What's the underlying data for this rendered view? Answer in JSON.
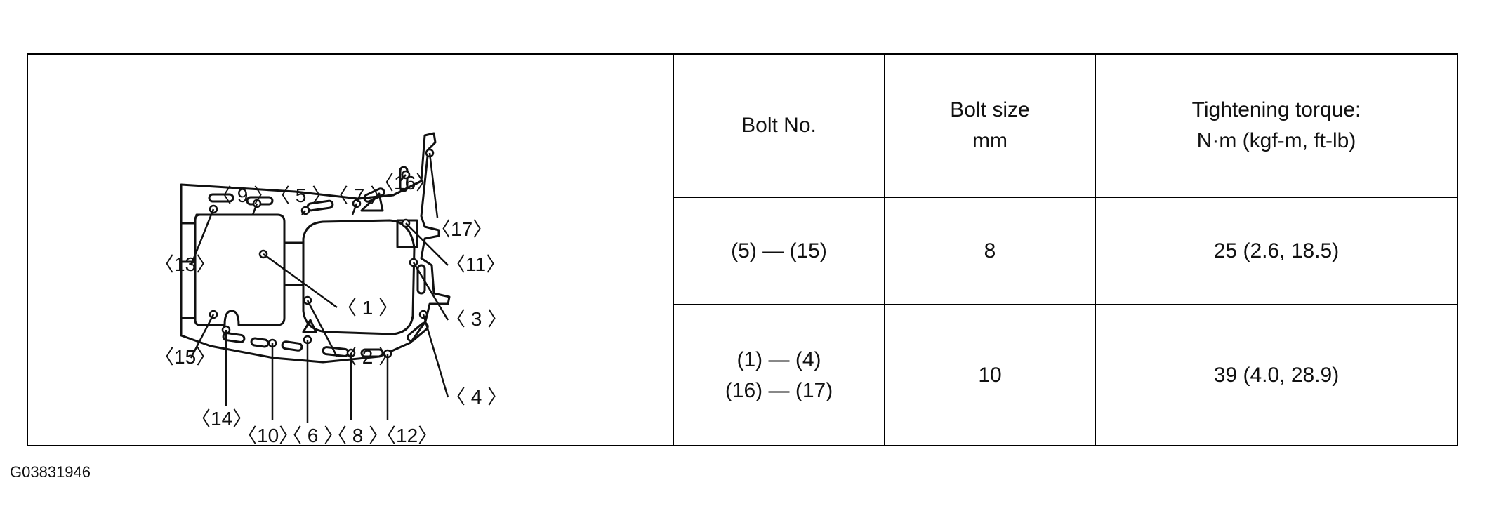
{
  "diagram": {
    "bolt_labels": [
      {
        "id": "9",
        "text": "〈 9 〉"
      },
      {
        "id": "5",
        "text": "〈 5 〉"
      },
      {
        "id": "7",
        "text": "〈 7 〉"
      },
      {
        "id": "16",
        "text": "〈16〉"
      },
      {
        "id": "17",
        "text": "〈17〉"
      },
      {
        "id": "13",
        "text": "〈13〉"
      },
      {
        "id": "11",
        "text": "〈11〉"
      },
      {
        "id": "1",
        "text": "〈 1 〉"
      },
      {
        "id": "3",
        "text": "〈 3 〉"
      },
      {
        "id": "15",
        "text": "〈15〉"
      },
      {
        "id": "2",
        "text": "〈 2 〉"
      },
      {
        "id": "4",
        "text": "〈 4 〉"
      },
      {
        "id": "14",
        "text": "〈14〉"
      },
      {
        "id": "10",
        "text": "〈10〉"
      },
      {
        "id": "6",
        "text": "〈 6 〉"
      },
      {
        "id": "8",
        "text": "〈 8 〉"
      },
      {
        "id": "12",
        "text": "〈12〉"
      }
    ]
  },
  "table": {
    "headers": [
      {
        "lines": [
          "Bolt No."
        ]
      },
      {
        "lines": [
          "Bolt size",
          "mm"
        ]
      },
      {
        "lines": [
          "Tightening torque:",
          "N·m (kgf-m, ft-lb)"
        ]
      }
    ],
    "rows": [
      {
        "bolt_no": [
          "(5) — (15)"
        ],
        "size": "8",
        "torque": "25 (2.6, 18.5)"
      },
      {
        "bolt_no": [
          "(1) — (4)",
          "(16) — (17)"
        ],
        "size": "10",
        "torque": "39 (4.0, 28.9)"
      }
    ]
  },
  "figure_id": "G03831946"
}
